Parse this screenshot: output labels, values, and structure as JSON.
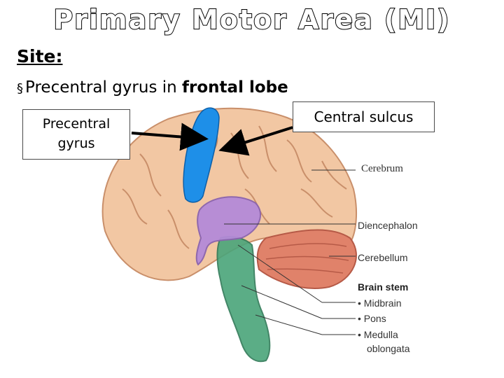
{
  "slide": {
    "title": "Primary Motor Area (MI)",
    "site_label": "Site:",
    "bullet_marker": "§",
    "bullet_text": "Precentral gyrus in ",
    "bullet_bold": "frontal lobe"
  },
  "callouts": {
    "precentral_line1": "Precentral",
    "precentral_line2": "gyrus",
    "central_sulcus": "Central sulcus"
  },
  "figure_labels": {
    "cerebrum": "Cerebrum",
    "diencephalon": "Diencephalon",
    "cerebellum": "Cerebellum",
    "brain_stem": "Brain stem",
    "midbrain": "Midbrain",
    "pons": "Pons",
    "medulla": "Medulla",
    "oblongata": "oblongata",
    "item_bullet": "•"
  },
  "colors": {
    "cerebrum": "#f2c7a3",
    "cerebrum_outline": "#c98f6a",
    "precentral_highlight": "#1e8fe8",
    "diencephalon": "#b48ad8",
    "cerebellum": "#e0826a",
    "brain_stem": "#4aa57a"
  }
}
